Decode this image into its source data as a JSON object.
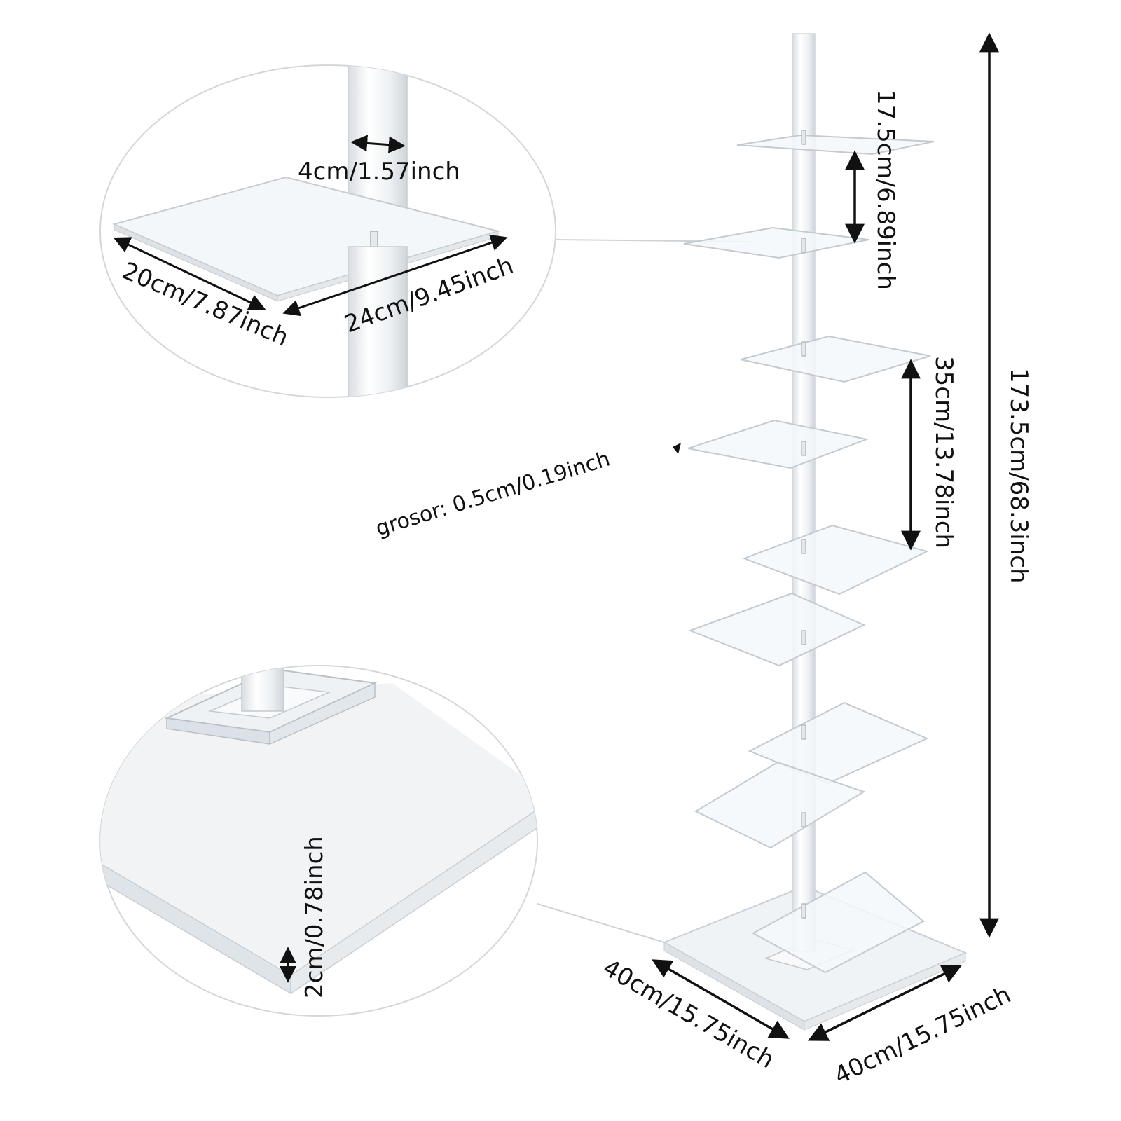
{
  "labels": {
    "pole_diameter": "4cm/1.57inch",
    "shelf_depth": "20cm/7.87inch",
    "shelf_width": "24cm/9.45inch",
    "top_spacing": "17.5cm/6.89inch",
    "mid_spacing": "35cm/13.78inch",
    "total_height": "173.5cm/68.3inch",
    "thickness": "grosor: 0.5cm/0.19inch",
    "base_thickness": "2cm/0.78inch",
    "base_left": "40cm/15.75inch",
    "base_right": "40cm/15.75inch"
  },
  "colors": {
    "line": "#111111",
    "acrylic_edge": "#c9cfd4",
    "acrylic_fill": "#f3f6f8",
    "pole": "#e9edf0",
    "circle": "#d6d9dc"
  }
}
